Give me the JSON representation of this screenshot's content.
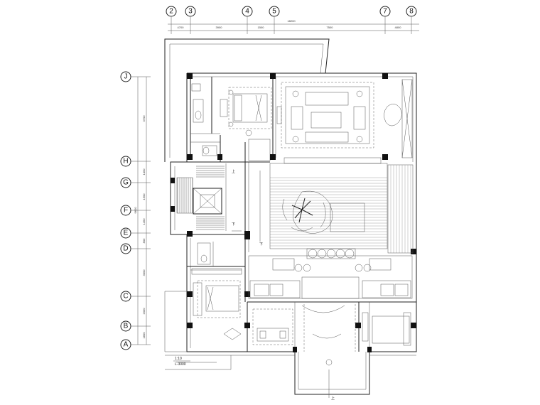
{
  "grid_top": [
    "2",
    "3",
    "4",
    "5",
    "7",
    "8"
  ],
  "grid_left": [
    "J",
    "H",
    "G",
    "F",
    "E",
    "D",
    "C",
    "B",
    "A"
  ],
  "dims_top": [
    "4700",
    "3900",
    "1500",
    "7500",
    "4800"
  ],
  "dims_top_total": "18200",
  "dims_left": [
    "3700",
    "1400",
    "1500",
    "1450",
    "800",
    "3000",
    "2000",
    "1800"
  ],
  "dims_left_total": "9600",
  "stair_labels": {
    "up": "上",
    "down": "下"
  },
  "corridor_down": "下",
  "entrance_mark": "上",
  "level_note": {
    "line1": "1:10",
    "line2": "L-3000"
  }
}
